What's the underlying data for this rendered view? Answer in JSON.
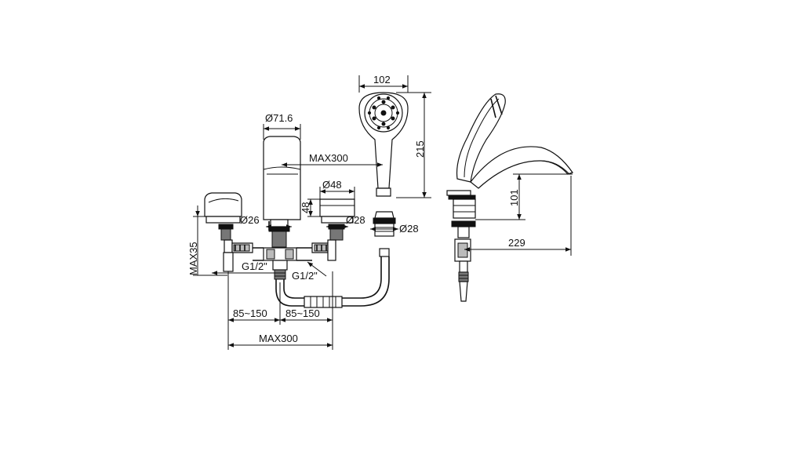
{
  "dimensions": {
    "head_width": "102",
    "head_height": "215",
    "spout_diameter": "Ø71.6",
    "spout_reach_front": "MAX300",
    "handle_diameter": "Ø48",
    "handle_height": "48",
    "left_stem_diameter": "Ø26",
    "mid_stem_diameter": "Ø28",
    "hose_stem_diameter": "Ø28",
    "deck_thickness": "MAX35",
    "thread_left": "G1/2\"",
    "thread_right": "G1/2\"",
    "spacing_left": "85~150",
    "spacing_right": "85~150",
    "total_spacing": "MAX300",
    "spout_height": "101",
    "spout_reach": "229"
  }
}
